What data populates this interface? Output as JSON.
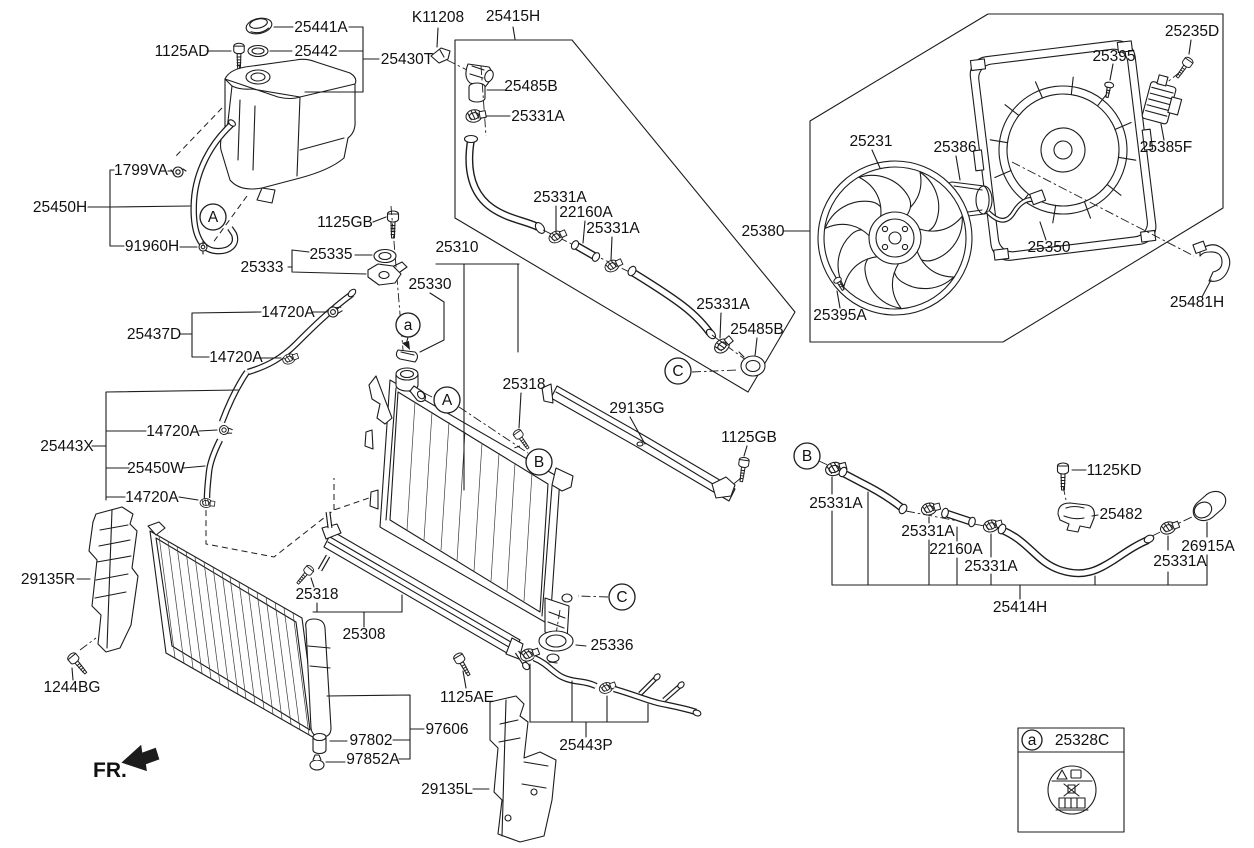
{
  "diagram": {
    "fr_label": "FR.",
    "legend": {
      "callout": "a",
      "part_number": "25328C"
    }
  },
  "callouts": {
    "small_a": "a",
    "cap_a": "A",
    "cap_b": "B",
    "cap_c": "C"
  },
  "parts": {
    "reservoir_cap": "25441A",
    "cap_seal": "25442",
    "reservoir_tank": "25430T",
    "bolt_washer_reservoir": "1125AD",
    "hose_clip": "K11208",
    "hose_radiator_upper": "25415H",
    "fitting_hose": "25485B",
    "clamp_hose": "25331A",
    "hose_overflow": "25450H",
    "grommet_overflow": "1799VA",
    "clip_overflow": "91960H",
    "bolt_flange": "1125GB",
    "insulator": "25335",
    "bracket_reservoir": "25333",
    "hose_from_reservoir": "25437D",
    "clip_tube": "14720A",
    "filler_cap_aux": "25330",
    "radiator": "25310",
    "bolt_mounting": "25318",
    "tube_assembly_aux": "25443X",
    "hose_aux": "25450W",
    "air_guard_right": "29135R",
    "bolt_tapping": "1244BG",
    "radiator_lower": "25308",
    "air_duct_support": "29135G",
    "blower_assembly": "25380",
    "fan": "25231",
    "fan_motor": "25386",
    "screw_motor": "25395",
    "bolt_resistor": "25235D",
    "resistor": "25385F",
    "fan_shroud": "25350",
    "clip_wiring": "25481H",
    "screw_tapping": "25395A",
    "plug_radiator_drain": "25336",
    "bolt_condenser": "1125AE",
    "condenser": "97606",
    "receiver_drier": "97802",
    "cap_receiver_drier": "97852A",
    "air_guard_left": "29135L",
    "tube_assembly_lower": "25443P",
    "bolt_clamp": "1125KD",
    "clamp_tube_mounting": "25482",
    "pipe_joint": "22160A",
    "fitting_thermostat": "26915A",
    "hose_radiator_lower": "25414H"
  }
}
